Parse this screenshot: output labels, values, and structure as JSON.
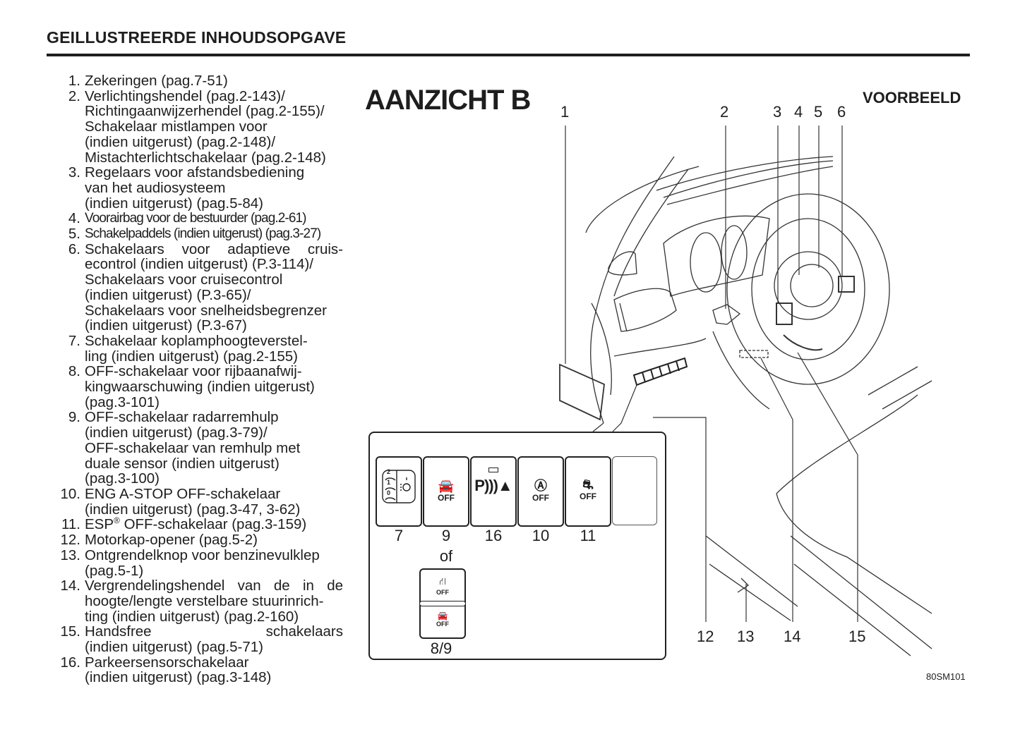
{
  "header": {
    "title": "GEILLUSTREERDE INHOUDSOPGAVE"
  },
  "toc": [
    {
      "num": "1.",
      "lines": [
        "Zekeringen (pag.7-51)"
      ]
    },
    {
      "num": "2.",
      "lines": [
        "Verlichtingshendel (pag.2-143)/",
        "Richtingaanwijzerhendel (pag.2-155)/",
        "Schakelaar mistlampen voor",
        "(indien uitgerust) (pag.2-148)/",
        "Mistachterlichtschakelaar (pag.2-148)"
      ]
    },
    {
      "num": "3.",
      "lines": [
        "Regelaars voor afstandsbediening",
        "van het audiosysteem",
        "(indien uitgerust) (pag.5-84)"
      ]
    },
    {
      "num": "4.",
      "lines": [
        "Voorairbag voor de bestuurder (pag.2-61)"
      ]
    },
    {
      "num": "5.",
      "lines": [
        "Schakelpaddels (indien uitgerust) (pag.3-27)"
      ]
    },
    {
      "num": "6.",
      "lines": [
        "Schakelaars voor adaptieve cruis-",
        "econtrol (indien uitgerust) (P.3-114)/",
        "Schakelaars voor cruisecontrol",
        "(indien uitgerust) (P.3-65)/",
        "Schakelaars voor snelheidsbegrenzer",
        "(indien uitgerust) (P.3-67)"
      ]
    },
    {
      "num": "7.",
      "lines": [
        "Schakelaar koplamphoogteverstel-",
        "ling (indien uitgerust) (pag.2-155)"
      ]
    },
    {
      "num": "8.",
      "lines": [
        "OFF-schakelaar voor rijbaanafwij-",
        "kingwaarschuwing (indien uitgerust)",
        "(pag.3-101)"
      ]
    },
    {
      "num": "9.",
      "lines": [
        "OFF-schakelaar radarremhulp",
        "(indien uitgerust) (pag.3-79)/",
        "OFF-schakelaar van remhulp met",
        "duale sensor (indien uitgerust)",
        "(pag.3-100)"
      ]
    },
    {
      "num": "10.",
      "lines": [
        "ENG A-STOP OFF-schakelaar",
        "(indien uitgerust) (pag.3-47, 3-62)"
      ]
    },
    {
      "num": "11.",
      "lines_pre": "ESP",
      "sup": "®",
      "lines_post": " OFF-schakelaar (pag.3-159)"
    },
    {
      "num": "12.",
      "lines": [
        "Motorkap-opener (pag.5-2)"
      ]
    },
    {
      "num": "13.",
      "lines": [
        "Ontgrendelknop voor benzinevulklep",
        "(pag.5-1)"
      ]
    },
    {
      "num": "14.",
      "lines": [
        "Vergrendelingshendel van de in de",
        "hoogte/lengte verstelbare stuurinrich-",
        "ting (indien uitgerust) (pag.2-160)"
      ]
    },
    {
      "num": "15.",
      "lines": [
        "Handsfree schakelaars",
        "(indien uitgerust) (pag.5-71)"
      ]
    },
    {
      "num": "16.",
      "lines": [
        "Parkeersensorschakelaar",
        "(indien uitgerust) (pag.3-148)"
      ]
    }
  ],
  "figure": {
    "title": "AANZICHT B",
    "example_label": "VOORBEELD",
    "top_callouts": [
      "1",
      "2",
      "3",
      "4",
      "5",
      "6"
    ],
    "bottom_callouts": [
      "12",
      "13",
      "14",
      "15"
    ],
    "image_code": "80SM101"
  },
  "inset": {
    "switches": [
      {
        "label": "7",
        "icon": "headlamp-leveling-icon",
        "text": ""
      },
      {
        "label": "9",
        "icon": "brake-assist-icon",
        "text": "OFF"
      },
      {
        "label": "16",
        "icon": "parking-sensor-icon",
        "text": "P"
      },
      {
        "label": "10",
        "icon": "auto-stop-icon",
        "text": "OFF",
        "glyph": "Ⓐ"
      },
      {
        "label": "11",
        "icon": "esp-icon",
        "text": "OFF"
      },
      {
        "label": "",
        "icon": "blank-switch",
        "text": ""
      }
    ],
    "or_label": "of",
    "combo": {
      "label": "8/9",
      "top_text": "OFF",
      "bottom_text": "OFF"
    },
    "headlamp_levels": [
      "2",
      "1",
      "0"
    ]
  }
}
